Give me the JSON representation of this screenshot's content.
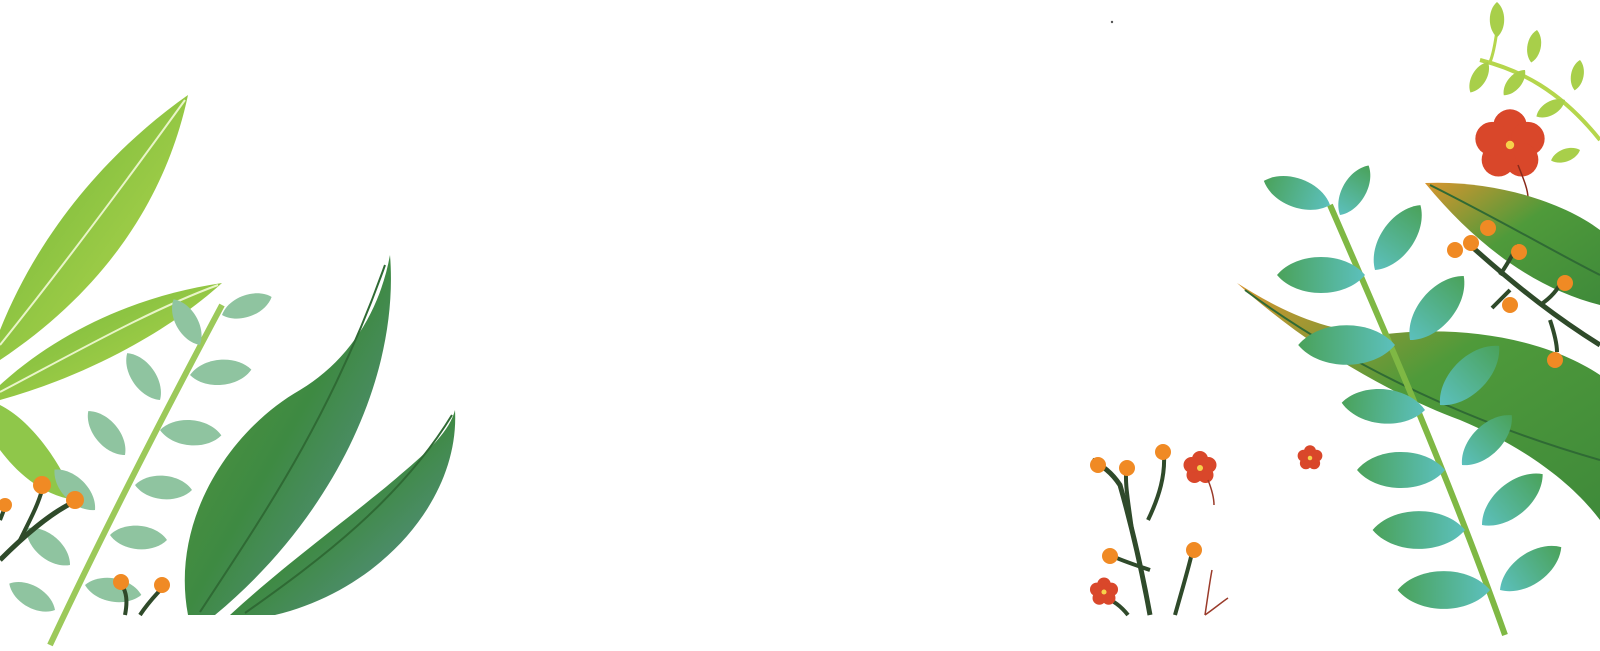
{
  "scene": {
    "background": "#ffffff",
    "palette": {
      "light_green": "#8fc74a",
      "lime": "#b5d64c",
      "mid_green": "#4f9a3a",
      "dark_green": "#3f8a3a",
      "teal": "#5fb8b0",
      "stem_light": "#9cc95a",
      "stem_dark": "#2f4a2a",
      "flower_red": "#d9472a",
      "berry_orange": "#f08a24",
      "flower_center": "#f6d24a"
    },
    "groups": [
      {
        "name": "left-foliage",
        "icon": "leaf-cluster-icon"
      },
      {
        "name": "center-sprigs",
        "icon": "flower-sprig-icon"
      },
      {
        "name": "right-foliage",
        "icon": "leaf-cluster-icon"
      }
    ]
  }
}
